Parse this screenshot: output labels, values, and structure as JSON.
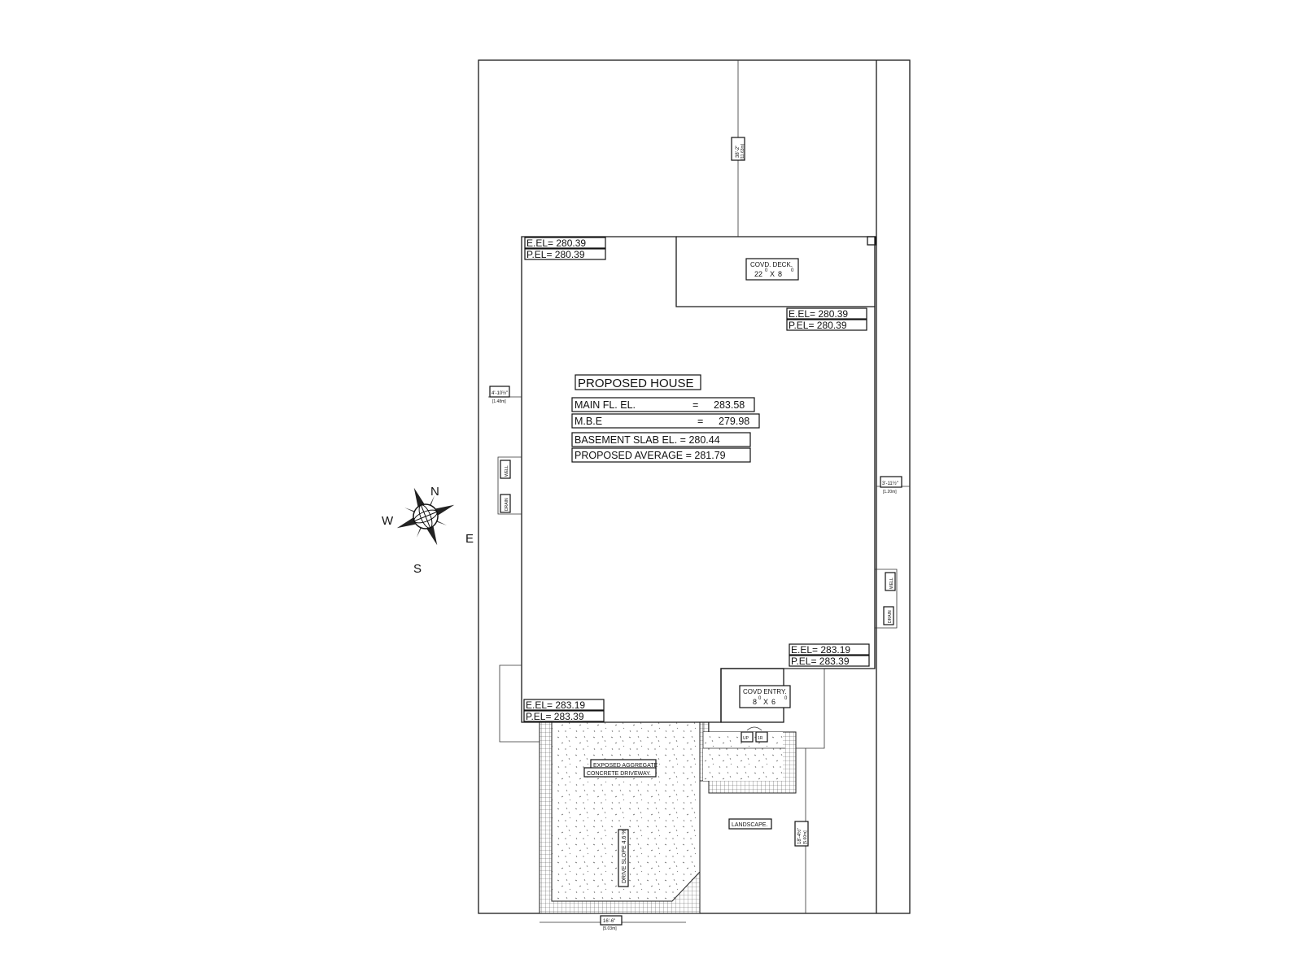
{
  "elevations": {
    "nw": {
      "e": "E.EL= 280.39",
      "p": "P.EL= 280.39"
    },
    "ne": {
      "e": "E.EL= 280.39",
      "p": "P.EL= 280.39"
    },
    "se": {
      "e": "E.EL= 283.19",
      "p": "P.EL= 283.39"
    },
    "sw": {
      "e": "E.EL= 283.19",
      "p": "P.EL= 283.39"
    }
  },
  "house": {
    "title": "PROPOSED HOUSE",
    "main_fl_label": "MAIN FL. EL.",
    "main_fl_eq": "=",
    "main_fl_value": "283.58",
    "mbe_label": "M.B.E",
    "mbe_eq": "=",
    "mbe_value": "279.98",
    "basement": "BASEMENT SLAB EL. = 280.44",
    "average": "PROPOSED AVERAGE = 281.79"
  },
  "deck": {
    "label": "COVD. DECK.",
    "w": "22",
    "x": "X",
    "d": "8",
    "sup_w": "0",
    "sup_d": "0"
  },
  "entry": {
    "label": "COVD ENTRY.",
    "w": "8",
    "x": "X",
    "d": "6",
    "sup_w": "0",
    "sup_d": "0"
  },
  "driveway": {
    "line1": "EXPOSED AGGREGATE",
    "line2": "CONCRETE DRIVEWAY.",
    "slope": "DRIVE SLOPE 4.6 %"
  },
  "landscape": "LANDSCAPE.",
  "dims": {
    "rear": "38'-2\"",
    "rear_m": "[11.63m]",
    "west": "4'-10½\"",
    "west_m": "[1.48m]",
    "east": "3'-11½\"",
    "east_m": "[1.20m]",
    "front": "18'-4½\"",
    "front_m": "[5.60m]",
    "drive": "16'-6\"",
    "drive_m": "[5.03m]"
  },
  "wells": {
    "west_well": "WELL",
    "west_drain": "DRAIN",
    "east_well": "WELL",
    "east_drain": "DRAIN"
  },
  "entry_steps": {
    "left": "UP",
    "right": "1R"
  },
  "compass": {
    "n": "N",
    "s": "S",
    "e": "E",
    "w": "W"
  }
}
